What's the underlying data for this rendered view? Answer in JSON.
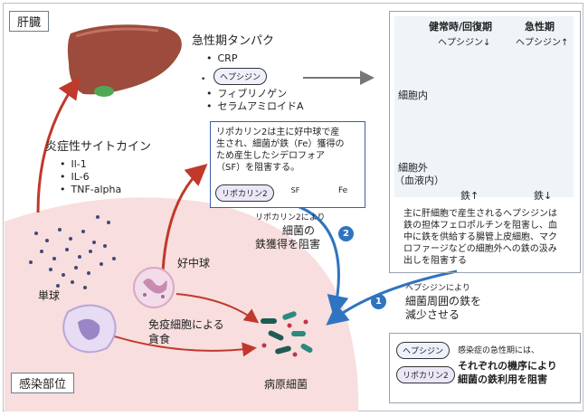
{
  "labels": {
    "liver": "肝臓",
    "acute_proteins_title": "急性期タンパク",
    "crp": "CRP",
    "hepcidin_pill": "ヘプシジン",
    "fibrinogen": "フィブリノゲン",
    "serum_amyloid": "セラムアミロイドA",
    "cytokine_title": "炎症性サイトカイン",
    "il1": "Il-1",
    "il6": "IL-6",
    "tnf": "TNF-alpha",
    "infection_site": "感染部位",
    "monocyte": "単球",
    "neutrophil": "好中球",
    "phagocytosis_line1": "免疫細胞による",
    "phagocytosis_line2": "貪食",
    "pathogen": "病原細菌"
  },
  "lipocalin_box": {
    "text_line1": "リポカリン2は主に好中球で産",
    "text_line2": "生され、細菌が鉄（Fe）獲得の",
    "text_line3": "ため産生したシデロフォア",
    "text_line4": "（SF）を阻害する。",
    "pill": "リポカリン2",
    "sf": "SF",
    "fe": "Fe"
  },
  "mechanism2": {
    "number": "2",
    "small": "リポカリン2により",
    "line1": "細菌の",
    "line2": "鉄獲得を阻害"
  },
  "mechanism1": {
    "number": "1",
    "small": "ヘプシジンにより",
    "line1": "細菌周囲の鉄を",
    "line2": "減少させる"
  },
  "hepcidin_panel": {
    "col_normal": "健常時/回復期",
    "col_acute": "急性期",
    "hepcidin_down": "ヘプシジン↓",
    "hepcidin_up": "ヘプシジン↑",
    "intracellular": "細胞内",
    "extracellular_line1": "細胞外",
    "extracellular_line2": "（血液内）",
    "iron_up": "鉄↑",
    "iron_down": "鉄↓",
    "desc_line1": "主に肝細胞で産生されるヘプシジンは",
    "desc_line2": "鉄の担体フェロポルチンを阻害し、血",
    "desc_line3": "中に鉄を供給する腸管上皮細胞、マク",
    "desc_line4": "ロファージなどの細胞外への鉄の汲み",
    "desc_line5": "出しを阻害する"
  },
  "legend": {
    "hepcidin": "ヘプシジン",
    "lipocalin": "リポカリン2",
    "small": "感染症の急性期には、",
    "line1": "それぞれの機序により",
    "line2": "細菌の鉄利用を阻害"
  },
  "colors": {
    "red_arrow": "#c0392b",
    "blue_arrow": "#2f74c0",
    "infection_bg": "#f7dcdc",
    "liver": "#9a4a3a",
    "iron_dot": "#c0334a"
  }
}
